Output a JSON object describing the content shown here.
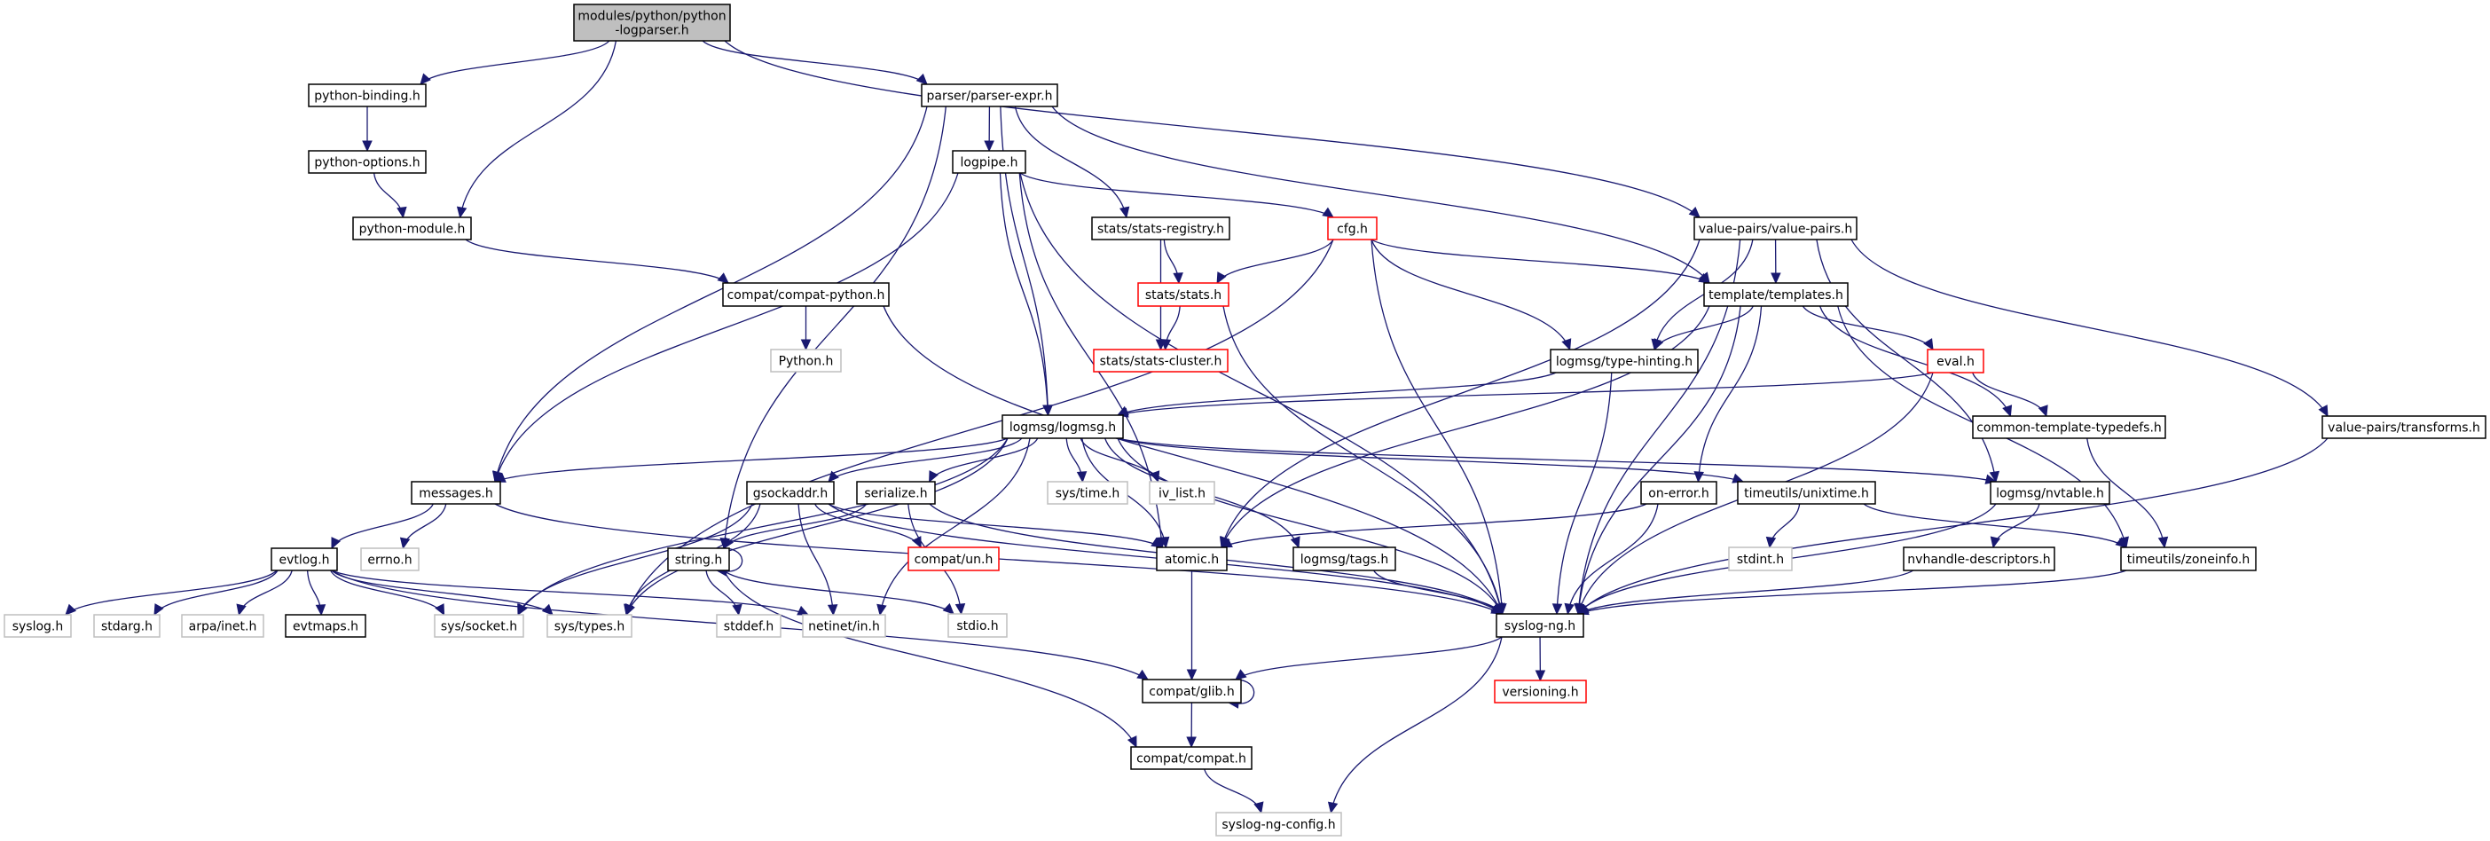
{
  "title": "Include dependency graph for modules/python/python-logparser.h",
  "colors": {
    "edge": "#191970",
    "node_border_normal": "#000000",
    "node_border_truncated": "#ff0000",
    "node_border_external": "#bfbfbf",
    "root_fill": "#bfbfbf",
    "node_fill": "#ffffff"
  },
  "nodes": [
    {
      "id": "root",
      "label": [
        "modules/python/python",
        "-logparser.h"
      ],
      "kind": "root"
    },
    {
      "id": "python_binding",
      "label": [
        "python-binding.h"
      ],
      "kind": "normal"
    },
    {
      "id": "python_options",
      "label": [
        "python-options.h"
      ],
      "kind": "normal"
    },
    {
      "id": "python_module",
      "label": [
        "python-module.h"
      ],
      "kind": "normal"
    },
    {
      "id": "parser_expr",
      "label": [
        "parser/parser-expr.h"
      ],
      "kind": "normal"
    },
    {
      "id": "logpipe",
      "label": [
        "logpipe.h"
      ],
      "kind": "normal"
    },
    {
      "id": "stats_registry",
      "label": [
        "stats/stats-registry.h"
      ],
      "kind": "normal"
    },
    {
      "id": "cfg",
      "label": [
        "cfg.h"
      ],
      "kind": "truncated"
    },
    {
      "id": "value_pairs",
      "label": [
        "value-pairs/value-pairs.h"
      ],
      "kind": "normal"
    },
    {
      "id": "compat_python",
      "label": [
        "compat/compat-python.h"
      ],
      "kind": "normal"
    },
    {
      "id": "python_h",
      "label": [
        "Python.h"
      ],
      "kind": "external"
    },
    {
      "id": "stats",
      "label": [
        "stats/stats.h"
      ],
      "kind": "truncated"
    },
    {
      "id": "templates",
      "label": [
        "template/templates.h"
      ],
      "kind": "normal"
    },
    {
      "id": "stats_cluster",
      "label": [
        "stats/stats-cluster.h"
      ],
      "kind": "truncated"
    },
    {
      "id": "type_hinting",
      "label": [
        "logmsg/type-hinting.h"
      ],
      "kind": "normal"
    },
    {
      "id": "eval",
      "label": [
        "eval.h"
      ],
      "kind": "truncated"
    },
    {
      "id": "logmsg",
      "label": [
        "logmsg/logmsg.h"
      ],
      "kind": "normal"
    },
    {
      "id": "common_template_typedefs",
      "label": [
        "common-template-typedefs.h"
      ],
      "kind": "normal"
    },
    {
      "id": "transforms",
      "label": [
        "value-pairs/transforms.h"
      ],
      "kind": "normal"
    },
    {
      "id": "messages",
      "label": [
        "messages.h"
      ],
      "kind": "normal"
    },
    {
      "id": "gsockaddr",
      "label": [
        "gsockaddr.h"
      ],
      "kind": "normal"
    },
    {
      "id": "serialize",
      "label": [
        "serialize.h"
      ],
      "kind": "normal"
    },
    {
      "id": "sys_time",
      "label": [
        "sys/time.h"
      ],
      "kind": "external"
    },
    {
      "id": "iv_list",
      "label": [
        "iv_list.h"
      ],
      "kind": "external"
    },
    {
      "id": "on_error",
      "label": [
        "on-error.h"
      ],
      "kind": "normal"
    },
    {
      "id": "unixtime",
      "label": [
        "timeutils/unixtime.h"
      ],
      "kind": "normal"
    },
    {
      "id": "nvtable",
      "label": [
        "logmsg/nvtable.h"
      ],
      "kind": "normal"
    },
    {
      "id": "evtlog",
      "label": [
        "evtlog.h"
      ],
      "kind": "normal"
    },
    {
      "id": "errno",
      "label": [
        "errno.h"
      ],
      "kind": "external"
    },
    {
      "id": "string",
      "label": [
        "string.h"
      ],
      "kind": "normal"
    },
    {
      "id": "compat_un",
      "label": [
        "compat/un.h"
      ],
      "kind": "truncated"
    },
    {
      "id": "atomic",
      "label": [
        "atomic.h"
      ],
      "kind": "normal"
    },
    {
      "id": "tags",
      "label": [
        "logmsg/tags.h"
      ],
      "kind": "normal"
    },
    {
      "id": "stdint",
      "label": [
        "stdint.h"
      ],
      "kind": "external"
    },
    {
      "id": "nvhandle_descriptors",
      "label": [
        "nvhandle-descriptors.h"
      ],
      "kind": "normal"
    },
    {
      "id": "zoneinfo",
      "label": [
        "timeutils/zoneinfo.h"
      ],
      "kind": "normal"
    },
    {
      "id": "syslog",
      "label": [
        "syslog.h"
      ],
      "kind": "external"
    },
    {
      "id": "stdarg",
      "label": [
        "stdarg.h"
      ],
      "kind": "external"
    },
    {
      "id": "arpa_inet",
      "label": [
        "arpa/inet.h"
      ],
      "kind": "external"
    },
    {
      "id": "evtmaps",
      "label": [
        "evtmaps.h"
      ],
      "kind": "normal"
    },
    {
      "id": "sys_socket",
      "label": [
        "sys/socket.h"
      ],
      "kind": "external"
    },
    {
      "id": "sys_types",
      "label": [
        "sys/types.h"
      ],
      "kind": "external"
    },
    {
      "id": "stddef",
      "label": [
        "stddef.h"
      ],
      "kind": "external"
    },
    {
      "id": "netinet_in",
      "label": [
        "netinet/in.h"
      ],
      "kind": "external"
    },
    {
      "id": "stdio",
      "label": [
        "stdio.h"
      ],
      "kind": "external"
    },
    {
      "id": "syslog_ng",
      "label": [
        "syslog-ng.h"
      ],
      "kind": "normal"
    },
    {
      "id": "compat_glib",
      "label": [
        "compat/glib.h"
      ],
      "kind": "normal"
    },
    {
      "id": "versioning",
      "label": [
        "versioning.h"
      ],
      "kind": "truncated"
    },
    {
      "id": "compat_compat",
      "label": [
        "compat/compat.h"
      ],
      "kind": "normal"
    },
    {
      "id": "syslog_ng_config",
      "label": [
        "syslog-ng-config.h"
      ],
      "kind": "external"
    }
  ],
  "edges": [
    [
      "root",
      "python_binding"
    ],
    [
      "root",
      "python_module"
    ],
    [
      "root",
      "parser_expr"
    ],
    [
      "root",
      "value_pairs"
    ],
    [
      "python_binding",
      "python_options"
    ],
    [
      "python_options",
      "python_module"
    ],
    [
      "python_module",
      "compat_python"
    ],
    [
      "compat_python",
      "python_h"
    ],
    [
      "compat_python",
      "syslog_ng"
    ],
    [
      "parser_expr",
      "logpipe"
    ],
    [
      "parser_expr",
      "messages"
    ],
    [
      "parser_expr",
      "string"
    ],
    [
      "parser_expr",
      "stats_registry"
    ],
    [
      "parser_expr",
      "logmsg"
    ],
    [
      "parser_expr",
      "templates"
    ],
    [
      "logpipe",
      "cfg"
    ],
    [
      "logpipe",
      "messages"
    ],
    [
      "logpipe",
      "logmsg"
    ],
    [
      "logpipe",
      "atomic"
    ],
    [
      "logpipe",
      "syslog_ng"
    ],
    [
      "stats_registry",
      "stats"
    ],
    [
      "stats_registry",
      "stats_cluster"
    ],
    [
      "cfg",
      "stats"
    ],
    [
      "cfg",
      "templates"
    ],
    [
      "cfg",
      "type_hinting"
    ],
    [
      "cfg",
      "syslog_ng"
    ],
    [
      "cfg",
      "sys_types"
    ],
    [
      "stats",
      "stats_cluster"
    ],
    [
      "stats",
      "syslog_ng"
    ],
    [
      "value_pairs",
      "templates"
    ],
    [
      "value_pairs",
      "type_hinting"
    ],
    [
      "value_pairs",
      "atomic"
    ],
    [
      "value_pairs",
      "nvtable"
    ],
    [
      "value_pairs",
      "transforms"
    ],
    [
      "value_pairs",
      "syslog_ng"
    ],
    [
      "templates",
      "type_hinting"
    ],
    [
      "templates",
      "eval"
    ],
    [
      "templates",
      "common_template_typedefs"
    ],
    [
      "templates",
      "on_error"
    ],
    [
      "templates",
      "zoneinfo"
    ],
    [
      "templates",
      "atomic"
    ],
    [
      "templates",
      "syslog_ng"
    ],
    [
      "type_hinting",
      "logmsg"
    ],
    [
      "type_hinting",
      "syslog_ng"
    ],
    [
      "eval",
      "logmsg"
    ],
    [
      "eval",
      "common_template_typedefs"
    ],
    [
      "eval",
      "syslog_ng"
    ],
    [
      "common_template_typedefs",
      "zoneinfo"
    ],
    [
      "transforms",
      "syslog_ng"
    ],
    [
      "logmsg",
      "messages"
    ],
    [
      "logmsg",
      "gsockaddr"
    ],
    [
      "logmsg",
      "serialize"
    ],
    [
      "logmsg",
      "sys_time"
    ],
    [
      "logmsg",
      "iv_list"
    ],
    [
      "logmsg",
      "atomic"
    ],
    [
      "logmsg",
      "tags"
    ],
    [
      "logmsg",
      "unixtime"
    ],
    [
      "logmsg",
      "nvtable"
    ],
    [
      "logmsg",
      "syslog_ng"
    ],
    [
      "logmsg",
      "sys_socket"
    ],
    [
      "logmsg",
      "sys_types"
    ],
    [
      "logmsg",
      "netinet_in"
    ],
    [
      "messages",
      "evtlog"
    ],
    [
      "messages",
      "errno"
    ],
    [
      "messages",
      "syslog_ng"
    ],
    [
      "gsockaddr",
      "sys_socket"
    ],
    [
      "gsockaddr",
      "sys_types"
    ],
    [
      "gsockaddr",
      "netinet_in"
    ],
    [
      "gsockaddr",
      "compat_un"
    ],
    [
      "gsockaddr",
      "atomic"
    ],
    [
      "gsockaddr",
      "syslog_ng"
    ],
    [
      "serialize",
      "string"
    ],
    [
      "serialize",
      "stdio"
    ],
    [
      "serialize",
      "syslog_ng"
    ],
    [
      "on_error",
      "atomic"
    ],
    [
      "on_error",
      "syslog_ng"
    ],
    [
      "unixtime",
      "stdint"
    ],
    [
      "unixtime",
      "zoneinfo"
    ],
    [
      "nvtable",
      "nvhandle_descriptors"
    ],
    [
      "nvtable",
      "syslog_ng"
    ],
    [
      "nvhandle_descriptors",
      "syslog_ng"
    ],
    [
      "zoneinfo",
      "syslog_ng"
    ],
    [
      "evtlog",
      "syslog"
    ],
    [
      "evtlog",
      "stdarg"
    ],
    [
      "evtlog",
      "arpa_inet"
    ],
    [
      "evtlog",
      "evtmaps"
    ],
    [
      "evtlog",
      "sys_socket"
    ],
    [
      "evtlog",
      "sys_types"
    ],
    [
      "evtlog",
      "netinet_in"
    ],
    [
      "evtlog",
      "compat_glib"
    ],
    [
      "string",
      "string"
    ],
    [
      "string",
      "stddef"
    ],
    [
      "string",
      "stdio"
    ],
    [
      "string",
      "compat_compat"
    ],
    [
      "atomic",
      "compat_glib"
    ],
    [
      "tags",
      "syslog_ng"
    ],
    [
      "syslog_ng",
      "compat_glib"
    ],
    [
      "syslog_ng",
      "versioning"
    ],
    [
      "syslog_ng",
      "syslog_ng_config"
    ],
    [
      "compat_glib",
      "compat_glib"
    ],
    [
      "compat_glib",
      "compat_compat"
    ],
    [
      "compat_compat",
      "syslog_ng_config"
    ]
  ]
}
